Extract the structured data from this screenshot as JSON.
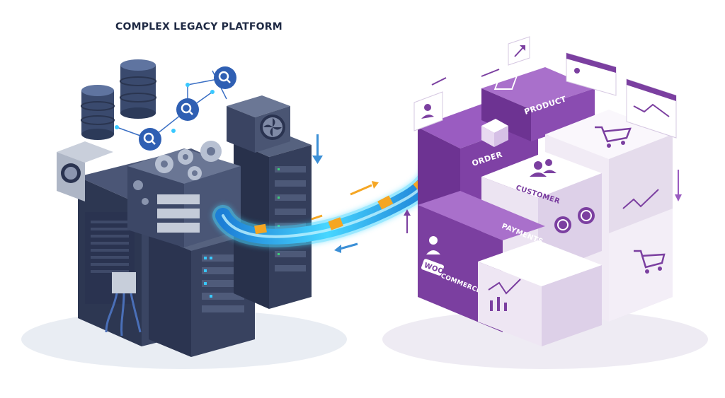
{
  "title": "COMPLEX LEGACY PLATFORM",
  "modules": {
    "product": "PRODUCT",
    "order": "ORDER",
    "customer": "CUSTOMER",
    "payments": "PAYMENTS",
    "woo": "WOO",
    "commerce": "COMMERCE"
  },
  "icons": [
    "database-icon",
    "magnifier-icon",
    "gear-icon",
    "fan-icon",
    "box-icon",
    "users-icon",
    "cart-icon",
    "coin-icon",
    "card-icon",
    "chart-icon",
    "profile-icon",
    "arrow-icon"
  ],
  "colors": {
    "legacy_dark": "#2b3550",
    "legacy_mid": "#3c4866",
    "legacy_light": "#566383",
    "glow": "#39c8ff",
    "packet": "#f5a623",
    "purple": "#7b3fa0",
    "purple_light": "#9a5cc1",
    "white_panel": "#f3eef6"
  }
}
